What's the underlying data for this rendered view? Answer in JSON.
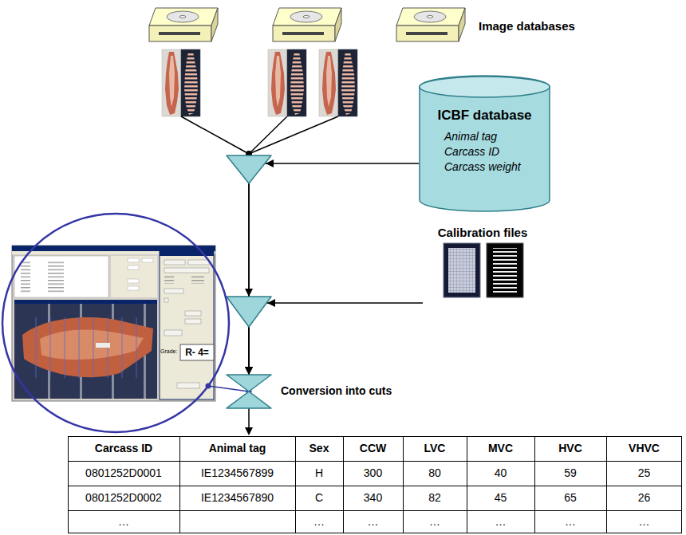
{
  "diagram": {
    "nodes": [
      {
        "text": [
          "Image databases"
        ]
      },
      {
        "text": [
          "ICBF database",
          "Animal tag",
          "Carcass ID",
          "Carcass weight"
        ]
      },
      {
        "text": [
          "Calibration files"
        ]
      },
      {
        "text": [
          "Conversion into cuts"
        ]
      }
    ],
    "edges": [
      {
        "from": 0,
        "to": 3,
        "arrow": "to"
      },
      {
        "from": 1,
        "to": 3,
        "arrow": "to"
      },
      {
        "from": 2,
        "to": 3,
        "arrow": "to"
      }
    ],
    "labels": [
      "Carcass ID",
      "Animal tag",
      "Sex",
      "CCW",
      "LVC",
      "MVC",
      "HVC",
      "VHVC",
      "0801252D0001",
      "IE1234567899",
      "H",
      "300",
      "80",
      "40",
      "59",
      "25",
      "0801252D0002",
      "IE1234567890",
      "C",
      "340",
      "82",
      "45",
      "65",
      "26",
      "…",
      "…",
      "…",
      "…",
      "…",
      "…",
      "…",
      "Grade:",
      "R- 4="
    ]
  }
}
